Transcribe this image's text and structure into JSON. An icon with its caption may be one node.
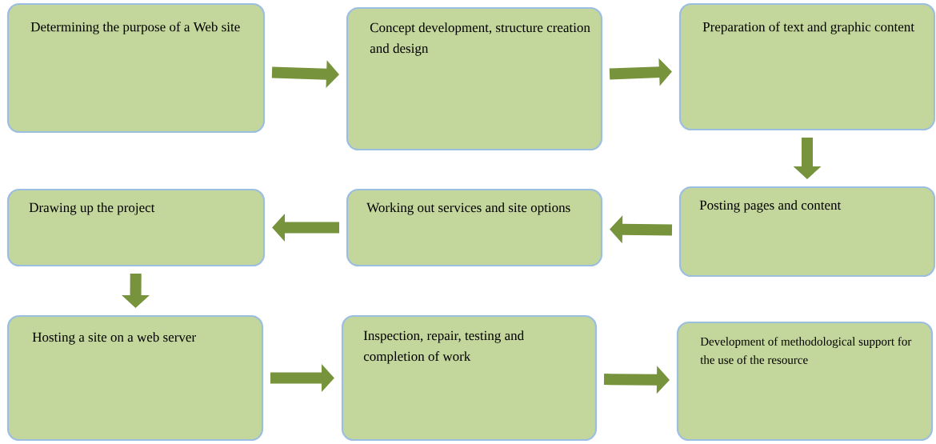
{
  "diagram": {
    "nodes": [
      {
        "text": [
          "Determining the purpose of a Web site"
        ]
      },
      {
        "text": [
          "Concept development, structure creation and design"
        ]
      },
      {
        "text": [
          "Preparation of text and graphic content"
        ]
      },
      {
        "text": [
          "Drawing up the project"
        ]
      },
      {
        "text": [
          "Working out services and site options"
        ]
      },
      {
        "text": [
          "Posting pages and content"
        ]
      },
      {
        "text": [
          "Hosting a site on a web server"
        ]
      },
      {
        "text": [
          "Inspection, repair, testing and completion of work"
        ]
      },
      {
        "text": [
          "Development of methodological support for the use of the resource"
        ]
      }
    ],
    "edges": [
      {
        "from": 0,
        "to": 1,
        "arrow": "to"
      },
      {
        "from": 1,
        "to": 2,
        "arrow": "to"
      },
      {
        "from": 2,
        "to": 5,
        "arrow": "to"
      },
      {
        "from": 5,
        "to": 4,
        "arrow": "to"
      },
      {
        "from": 4,
        "to": 3,
        "arrow": "to"
      },
      {
        "from": 3,
        "to": 6,
        "arrow": "to"
      },
      {
        "from": 6,
        "to": 7,
        "arrow": "to"
      },
      {
        "from": 7,
        "to": 8,
        "arrow": "to"
      }
    ]
  }
}
